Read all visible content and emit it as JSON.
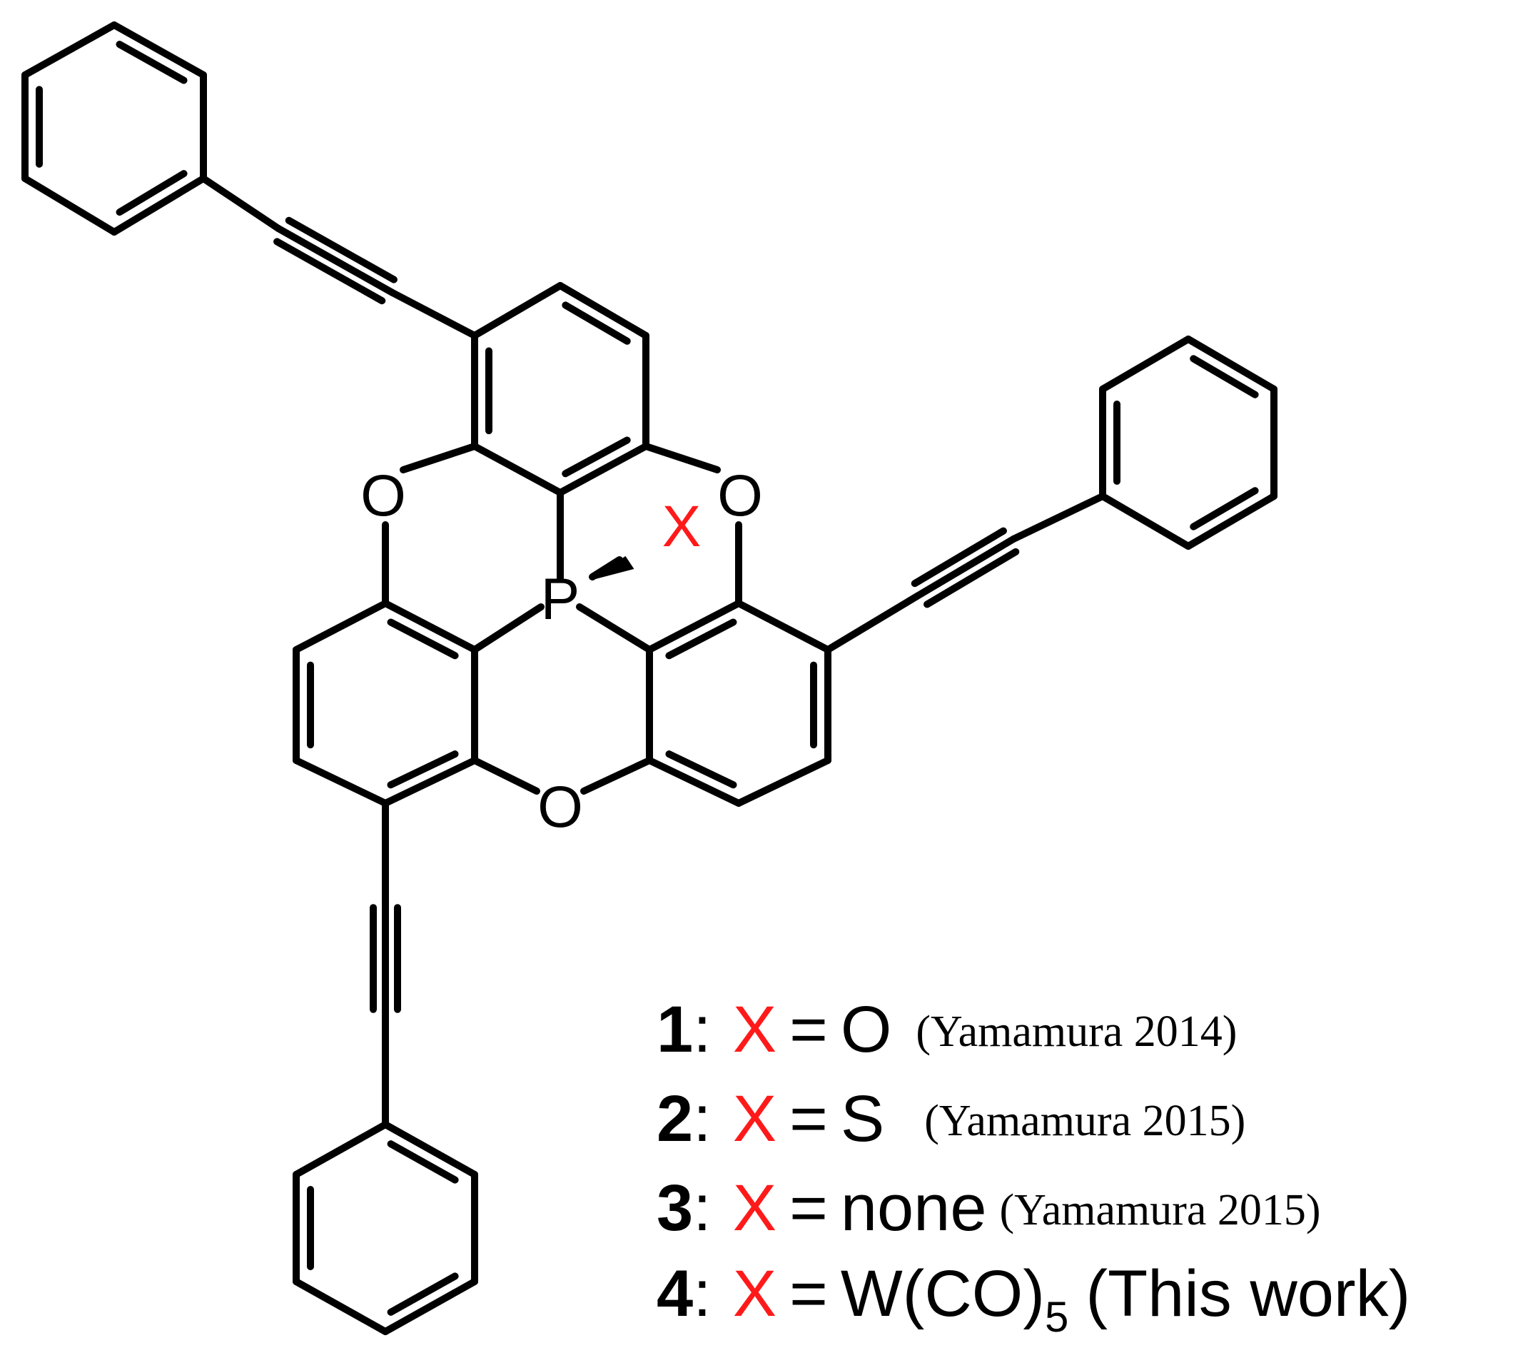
{
  "atoms": {
    "phosphorus": "P",
    "oxygen": "O",
    "x_label": "X"
  },
  "colors": {
    "bond": "#000000",
    "x_highlight": "#ff1a1a"
  },
  "legend": [
    {
      "number": "1",
      "colon": ":",
      "x": "X",
      "equals": "=",
      "value": "O",
      "value_sub": "",
      "reference": "(Yamamura 2014)"
    },
    {
      "number": "2",
      "colon": ":",
      "x": "X",
      "equals": "=",
      "value": "S",
      "value_sub": "",
      "reference": "(Yamamura 2015)"
    },
    {
      "number": "3",
      "colon": ":",
      "x": "X",
      "equals": "=",
      "value": "none",
      "value_sub": "",
      "reference": "(Yamamura 2015)"
    },
    {
      "number": "4",
      "colon": ":",
      "x": "X",
      "equals": "=",
      "value": "W(CO)",
      "value_sub": "5",
      "reference": "(This work)"
    }
  ]
}
